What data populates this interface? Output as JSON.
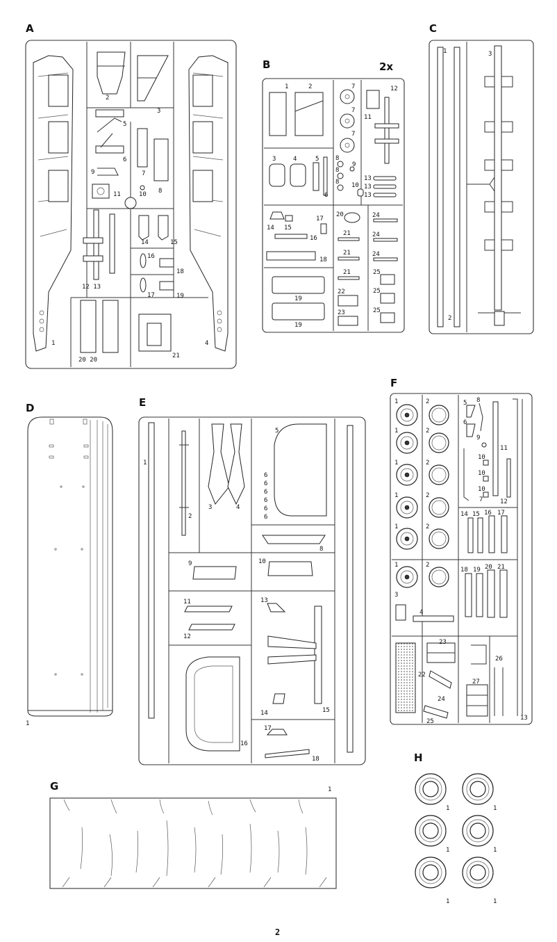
{
  "sprues": {
    "A": {
      "letter": "A",
      "parts": [
        "1",
        "2",
        "3",
        "4",
        "5",
        "6",
        "7",
        "8",
        "9",
        "10",
        "11",
        "12 13",
        "14",
        "15",
        "16",
        "17",
        "18",
        "19",
        "20 20",
        "21"
      ]
    },
    "B": {
      "letter": "B",
      "multiplier": "2x",
      "parts": [
        "1",
        "2",
        "3",
        "4",
        "5",
        "6",
        "7",
        "7",
        "7",
        "8",
        "8",
        "8",
        "9",
        "10",
        "11",
        "12",
        "13",
        "13",
        "13",
        "14",
        "15",
        "16",
        "17",
        "18",
        "19",
        "19",
        "20",
        "21",
        "21",
        "21",
        "22",
        "23",
        "24",
        "24",
        "24",
        "25",
        "25",
        "25"
      ]
    },
    "C": {
      "letter": "C",
      "parts": [
        "1",
        "2",
        "3"
      ]
    },
    "D": {
      "letter": "D",
      "parts": [
        "1"
      ]
    },
    "E": {
      "letter": "E",
      "parts": [
        "1",
        "2",
        "3",
        "4",
        "5",
        "6",
        "6",
        "6",
        "6",
        "6",
        "6",
        "8",
        "9",
        "10",
        "11",
        "12",
        "13",
        "14",
        "15",
        "16",
        "17",
        "18"
      ]
    },
    "F": {
      "letter": "F",
      "parts": [
        "1",
        "1",
        "1",
        "1",
        "1",
        "1",
        "2",
        "2",
        "2",
        "2",
        "2",
        "2",
        "3",
        "4",
        "5",
        "6",
        "7",
        "8",
        "9",
        "10",
        "10",
        "10",
        "11",
        "12",
        "13",
        "14",
        "15",
        "16",
        "17",
        "18",
        "19",
        "20",
        "21",
        "22",
        "23",
        "24",
        "25",
        "26",
        "27"
      ]
    },
    "G": {
      "letter": "G",
      "parts": [
        "1"
      ]
    },
    "H": {
      "letter": "H",
      "parts": [
        "1",
        "1",
        "1",
        "1",
        "1",
        "1"
      ]
    }
  },
  "page_number": "2"
}
